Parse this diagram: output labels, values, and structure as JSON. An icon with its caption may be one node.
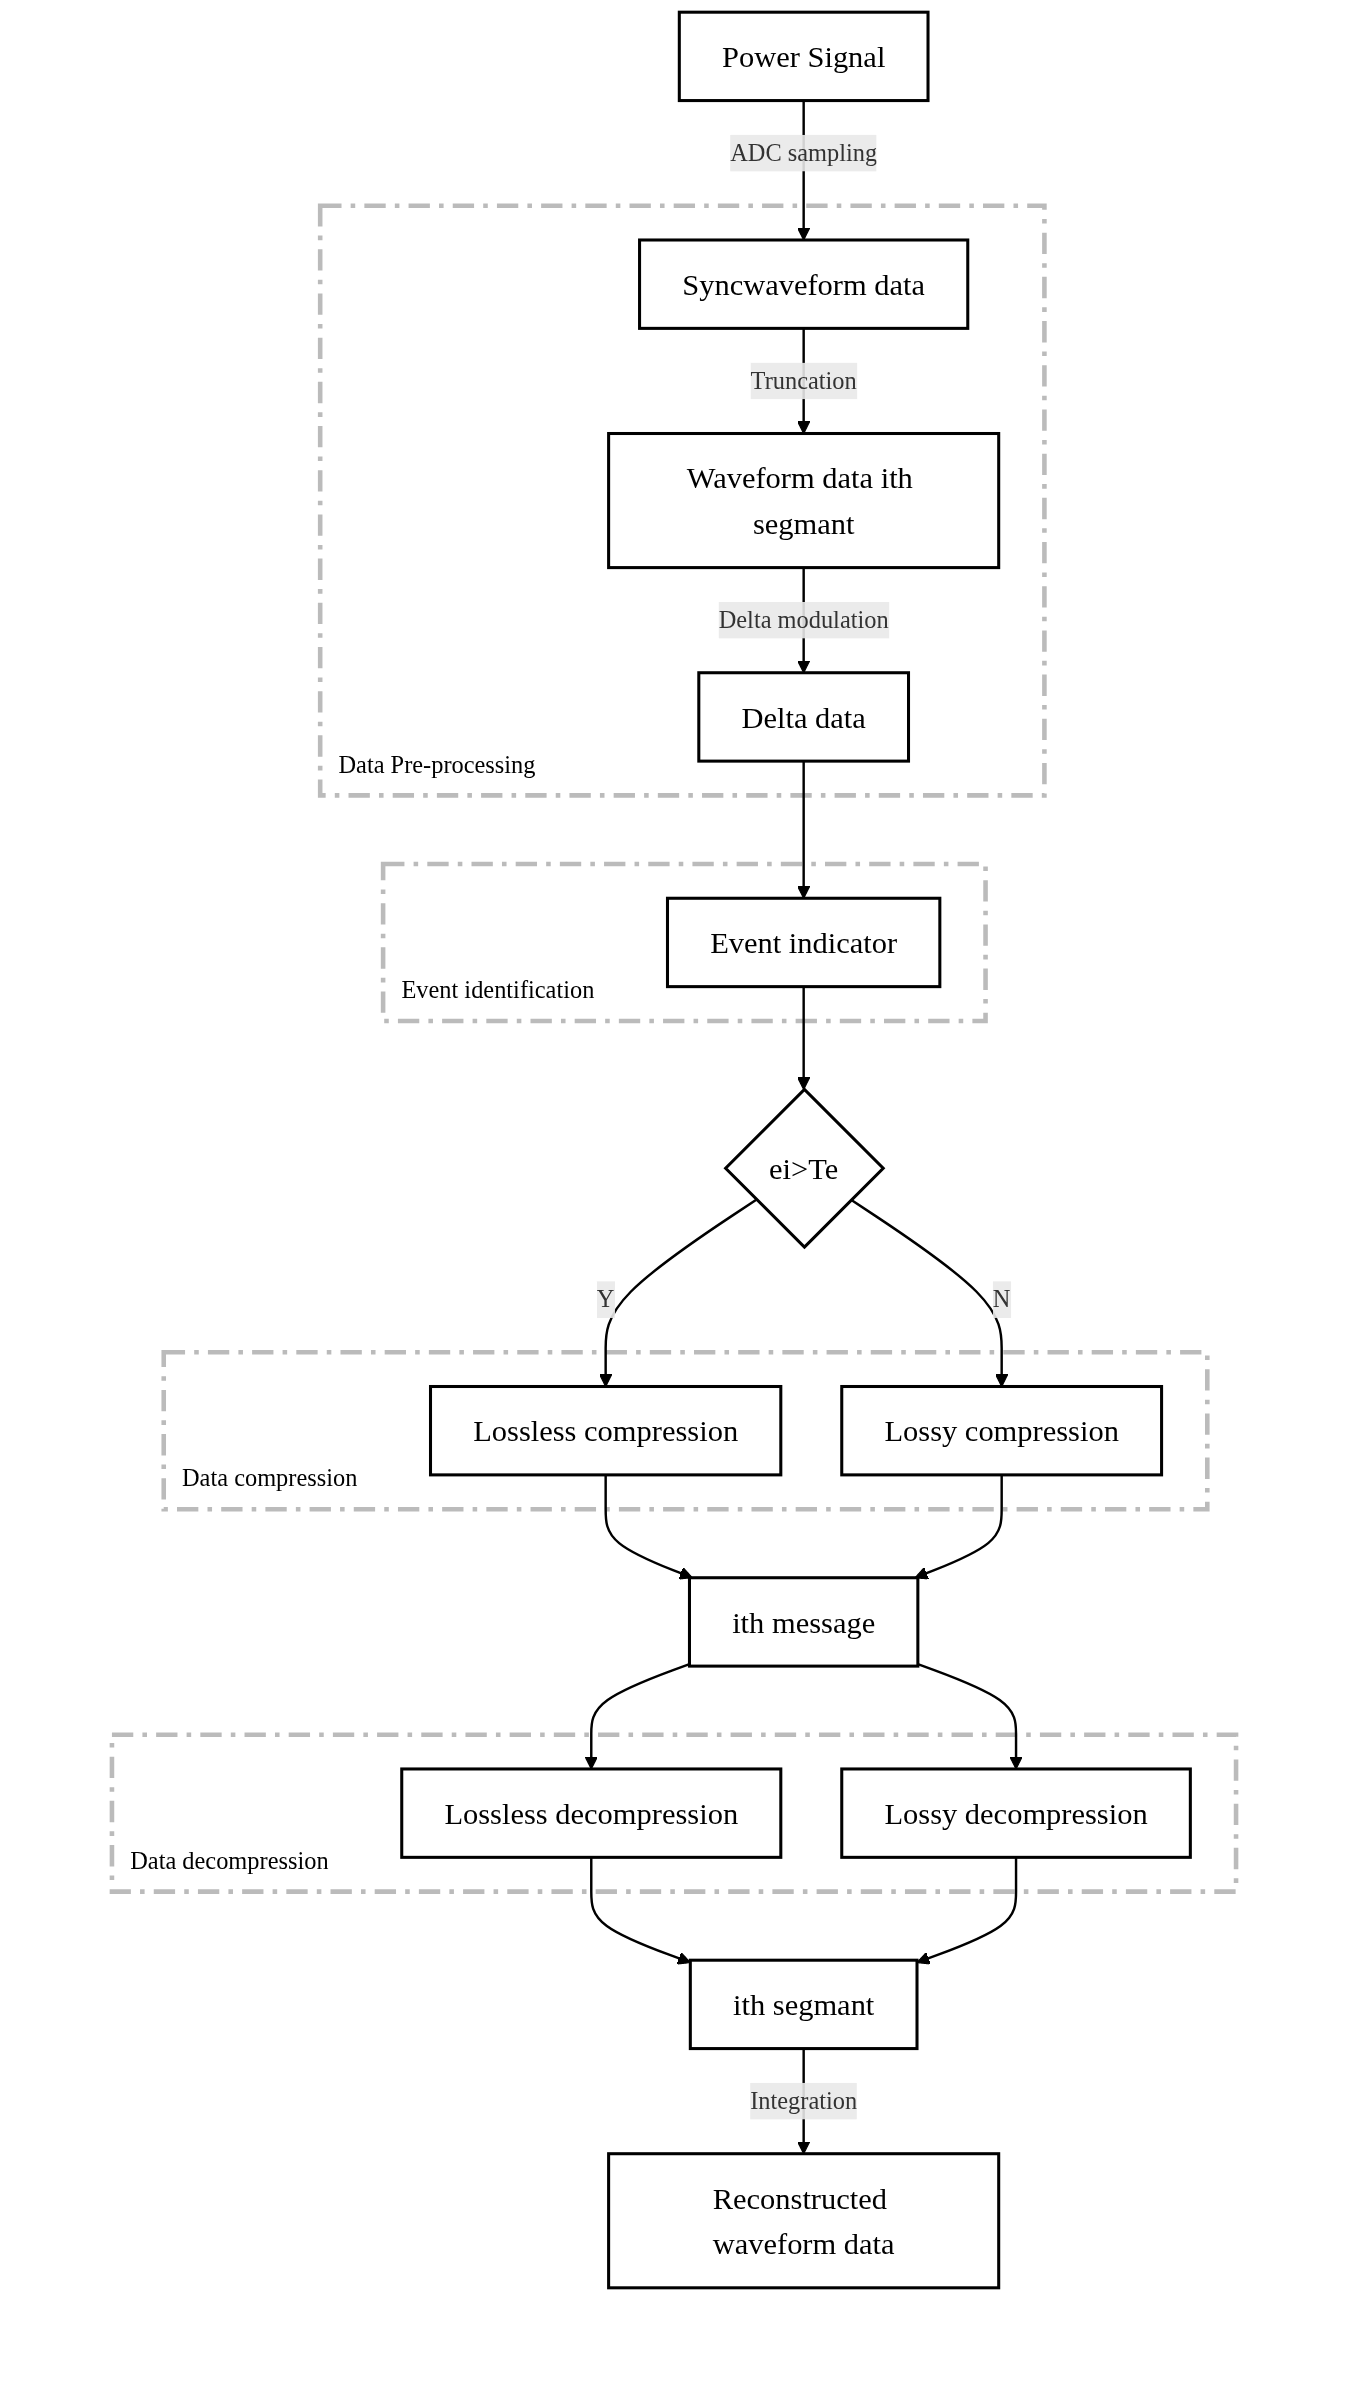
{
  "diagram": {
    "nodes": [
      {
        "text": [
          "Power Signal"
        ]
      },
      {
        "text": [
          "Data Pre-processing"
        ]
      },
      {
        "text": [
          "Syncwaveform data"
        ],
        "in": 1
      },
      {
        "text": [
          "Waveform data ith segmant"
        ],
        "in": 1
      },
      {
        "text": [
          "Delta data"
        ],
        "in": 1
      },
      {
        "text": [
          "Event identification"
        ]
      },
      {
        "text": [
          "Event indicator"
        ],
        "in": 5
      },
      {
        "text": [
          "ei>Te"
        ]
      },
      {
        "text": [
          "Data compression"
        ]
      },
      {
        "text": [
          "Lossless compression"
        ],
        "in": 8
      },
      {
        "text": [
          "Lossy compression"
        ],
        "in": 8
      },
      {
        "text": [
          "ith message"
        ]
      },
      {
        "text": [
          "Data decompression"
        ]
      },
      {
        "text": [
          "Lossless decompression"
        ],
        "in": 12
      },
      {
        "text": [
          "Lossy decompression"
        ],
        "in": 12
      },
      {
        "text": [
          "ith segmant"
        ]
      },
      {
        "text": [
          "Reconstructed waveform data"
        ]
      }
    ],
    "edges": [
      {
        "from": 0,
        "to": 2,
        "arrow": "to",
        "label": "ADC sampling"
      },
      {
        "from": 2,
        "to": 3,
        "arrow": "to",
        "label": "Truncation"
      },
      {
        "from": 3,
        "to": 4,
        "arrow": "to",
        "label": "Delta modulation"
      },
      {
        "from": 4,
        "to": 6,
        "arrow": "to"
      },
      {
        "from": 6,
        "to": 7,
        "arrow": "to"
      },
      {
        "from": 7,
        "to": 9,
        "arrow": "to",
        "label": "Y"
      },
      {
        "from": 7,
        "to": 10,
        "arrow": "to",
        "label": "N"
      },
      {
        "from": 9,
        "to": 11,
        "arrow": "to"
      },
      {
        "from": 10,
        "to": 11,
        "arrow": "to"
      },
      {
        "from": 11,
        "to": 13,
        "arrow": "to"
      },
      {
        "from": 11,
        "to": 14,
        "arrow": "to"
      },
      {
        "from": 13,
        "to": 15,
        "arrow": "to"
      },
      {
        "from": 14,
        "to": 15,
        "arrow": "to"
      },
      {
        "from": 15,
        "to": 16,
        "arrow": "to",
        "label": "Integration"
      }
    ]
  }
}
